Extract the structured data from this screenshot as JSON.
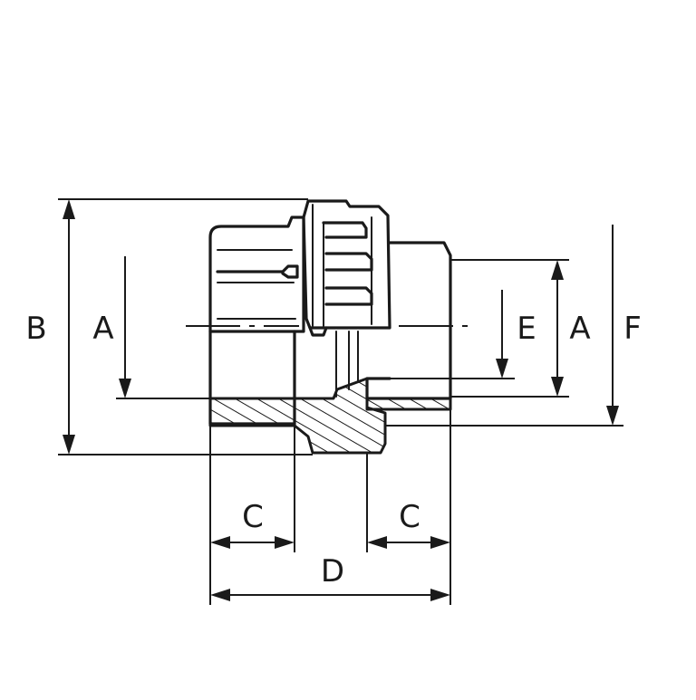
{
  "labels": {
    "B": "B",
    "A_left": "A",
    "E": "E",
    "A_right": "A",
    "F": "F",
    "C_left": "C",
    "C_right": "C",
    "D": "D"
  },
  "colors": {
    "line": "#1a1a1a",
    "background": "#ffffff"
  }
}
